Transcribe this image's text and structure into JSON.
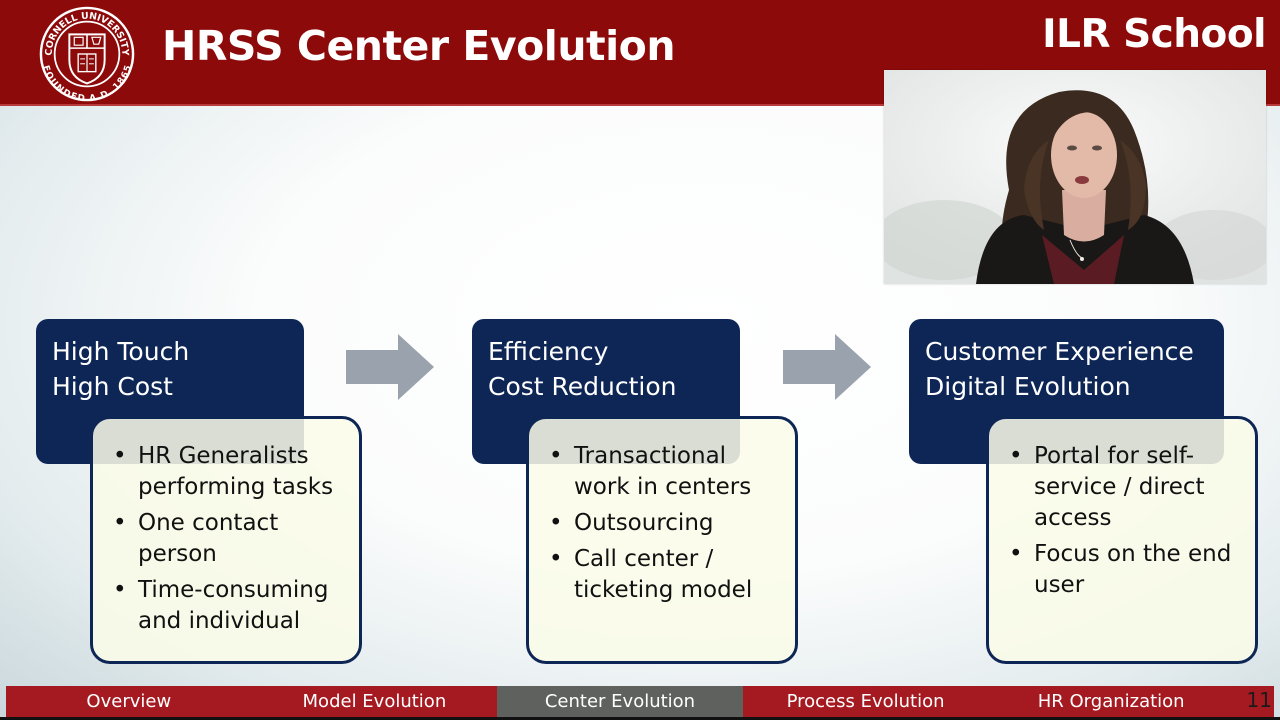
{
  "header": {
    "logo": {
      "icon": "cornell-seal-icon",
      "top_text": "CORNELL UNIVERSITY",
      "bottom_text": "FOUNDED A.D. 1865"
    },
    "title": "HRSS Center Evolution",
    "school": "ILR School"
  },
  "video": {
    "description": "presenter webcam feed"
  },
  "stages": [
    {
      "heading": [
        "High Touch",
        "High Cost"
      ],
      "bullets": [
        "HR Generalists performing tasks",
        "One contact person",
        "Time-consuming and individual"
      ]
    },
    {
      "heading": [
        "Efficiency",
        "Cost Reduction"
      ],
      "bullets": [
        "Transactional work in centers",
        "Outsourcing",
        "Call center / ticketing model"
      ]
    },
    {
      "heading": [
        "Customer Experience",
        "Digital Evolution"
      ],
      "bullets": [
        "Portal for self-service / direct access",
        "Focus on the end user"
      ]
    }
  ],
  "arrows": [
    "right-arrow-icon",
    "right-arrow-icon"
  ],
  "nav": {
    "items": [
      {
        "label": "Overview",
        "active": false
      },
      {
        "label": "Model Evolution",
        "active": false
      },
      {
        "label": "Center Evolution",
        "active": true
      },
      {
        "label": "Process Evolution",
        "active": false
      },
      {
        "label": "HR Organization",
        "active": false
      }
    ],
    "page_number": "11"
  },
  "colors": {
    "header_red": "#8c0a0a",
    "nav_red": "#a51a20",
    "nav_active": "#5f615e",
    "stage_navy": "#0e2656",
    "stage_body": "#fafbe8",
    "arrow_gray": "#9aa3ad"
  }
}
